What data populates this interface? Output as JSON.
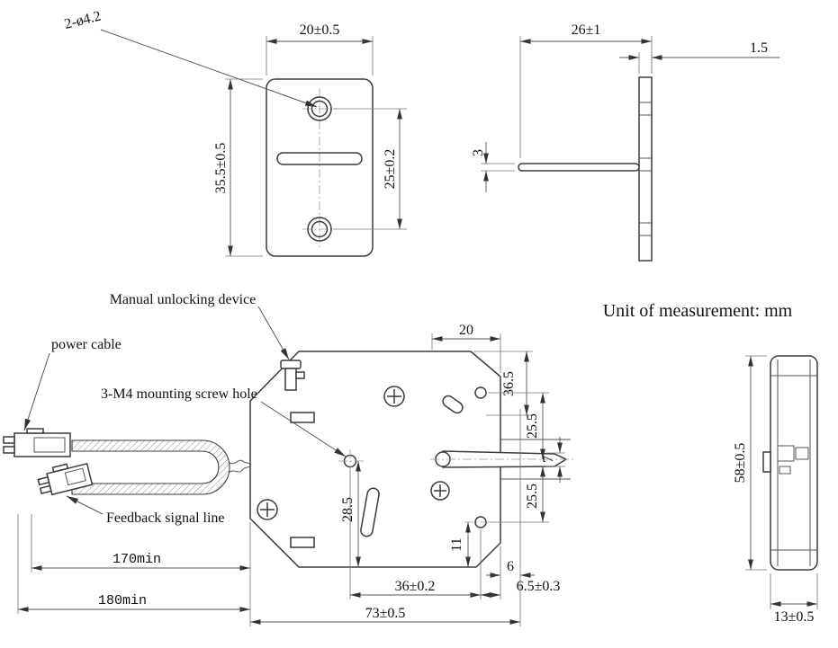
{
  "page": {
    "unit_note": "Unit of measurement: mm",
    "background": "#ffffff",
    "line_color": "#3b3b3b"
  },
  "callouts": {
    "manual_unlock": "Manual unlocking device",
    "power_cable": "power cable",
    "mounting_hole": "3-M4 mounting screw hole",
    "feedback_line": "Feedback signal line"
  },
  "plate_front_view": {
    "hole_spec": "2-ø4.2",
    "width": "20±0.5",
    "height": "35.5±0.5",
    "hole_pitch": "25±0.2"
  },
  "plate_side_view": {
    "flange_width": "26±1",
    "plate_thickness": "1.5",
    "tongue_thickness": "3"
  },
  "lock_front_view": {
    "top_offset": "20",
    "dim_36_5": "36.5",
    "dim_25_5_upper": "25.5",
    "dim_7": "7",
    "dim_25_5_lower": "25.5",
    "dim_28_5": "28.5",
    "dim_11": "11",
    "dim_6": "6",
    "hole_span": "36±0.2",
    "edge_offset": "6.5±0.3",
    "body_width": "73±0.5",
    "cable_len_min": "170min",
    "total_len_min": "180min"
  },
  "lock_side_view": {
    "body_height": "58±0.5",
    "body_depth": "13±0.5"
  }
}
